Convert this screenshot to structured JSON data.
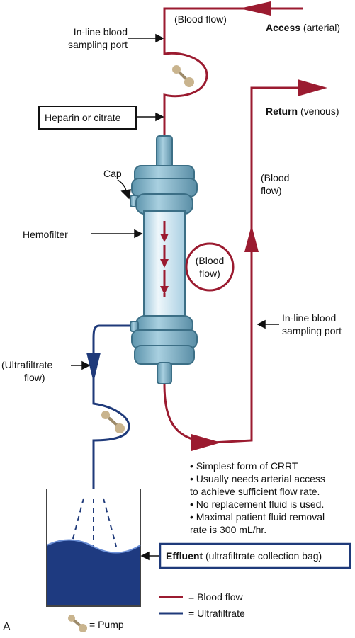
{
  "labels": {
    "blood_flow_top": "(Blood flow)",
    "access": "Access",
    "access_note": " (arterial)",
    "inline_port_top_1": "In-line blood",
    "inline_port_top_2": "sampling port",
    "heparin": "Heparin or citrate",
    "return": "Return",
    "return_note": " (venous)",
    "cap": "Cap",
    "blood_flow_right_1": "(Blood",
    "blood_flow_right_2": "flow)",
    "hemofilter": "Hemofilter",
    "blood_flow_circle_1": "(Blood",
    "blood_flow_circle_2": "flow)",
    "inline_port_right_1": "In-line blood",
    "inline_port_right_2": "sampling port",
    "ultrafiltrate_flow_1": "(Ultrafiltrate",
    "ultrafiltrate_flow_2": "flow)",
    "effluent": "Effluent",
    "effluent_note": " (ultrafiltrate collection bag)",
    "panel_letter": "A"
  },
  "notes": [
    "• Simplest form of CRRT",
    "• Usually needs arterial access",
    "   to achieve sufficient flow rate.",
    "• No replacement fluid is used.",
    "• Maximal patient fluid removal",
    "   rate is 300 mL/hr."
  ],
  "legend": {
    "blood_flow": "= Blood flow",
    "ultrafiltrate": "= Ultrafiltrate",
    "pump": "= Pump"
  },
  "colors": {
    "blood": "#9b1b30",
    "ultrafiltrate": "#1f3a7a",
    "filter_body": "#cfe6f2",
    "fluid": "#1e3a80"
  }
}
